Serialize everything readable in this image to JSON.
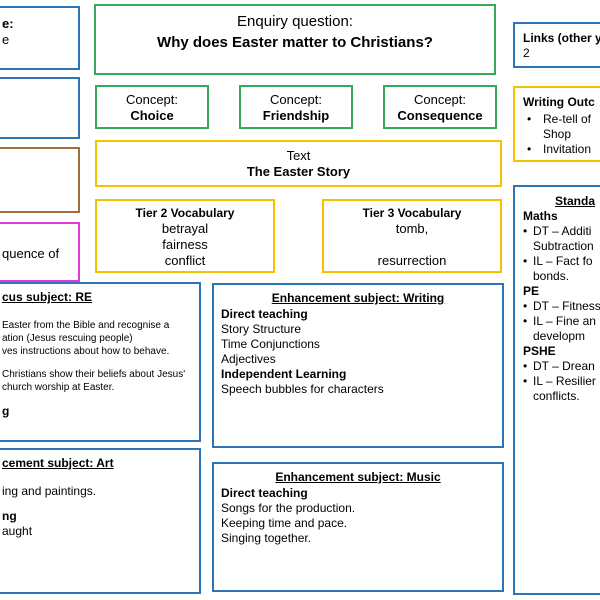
{
  "left_top": {
    "title_fragment": "e:",
    "value_fragment": "e"
  },
  "left_middle": {
    "text_fragment": "quence of"
  },
  "enquiry": {
    "label": "Enquiry question:",
    "question": "Why does Easter matter to Christians?"
  },
  "concepts": [
    {
      "label": "Concept:",
      "value": "Choice"
    },
    {
      "label": "Concept:",
      "value": "Friendship"
    },
    {
      "label": "Concept:",
      "value": "Consequence"
    }
  ],
  "text_box": {
    "label": "Text",
    "value": "The Easter Story"
  },
  "tier2": {
    "title": "Tier 2 Vocabulary",
    "words": [
      "betrayal",
      "fairness",
      "conflict"
    ]
  },
  "tier3": {
    "title": "Tier 3 Vocabulary",
    "words": [
      "tomb,",
      "",
      "resurrection"
    ]
  },
  "focus": {
    "title": "cus subject: RE",
    "lines": [
      "Easter from the Bible and recognise a",
      "ation (Jesus rescuing people)",
      "ves instructions about how to behave.",
      "",
      "Christians show their beliefs about Jesus'",
      "church worship at Easter.",
      "",
      "g"
    ]
  },
  "writing": {
    "title": "Enhancement subject: Writing",
    "direct_heading": "Direct teaching",
    "direct_items": [
      "Story Structure",
      "Time Conjunctions",
      "Adjectives"
    ],
    "independent_heading": "Independent Learning",
    "independent_items": [
      "Speech bubbles for characters"
    ]
  },
  "art": {
    "title": "cement subject: Art",
    "lines": [
      "ing and paintings.",
      "",
      "ng",
      "aught"
    ]
  },
  "music": {
    "title": "Enhancement subject: Music",
    "direct_heading": "Direct teaching",
    "items": [
      "Songs for the production.",
      "Keeping time and pace.",
      "Singing together."
    ]
  },
  "links": {
    "title": "Links (other y",
    "value": "2"
  },
  "writing_outcomes": {
    "title": "Writing Outc",
    "items": [
      {
        "line1": "Re-tell of",
        "line2": "Shop"
      },
      {
        "line1": "Invitation",
        "line2": ""
      }
    ]
  },
  "standards": {
    "title": "Standa",
    "maths": {
      "heading": "Maths",
      "lines": [
        "DT – Additi",
        "Subtraction",
        "IL – Fact fo",
        "bonds."
      ]
    },
    "pe": {
      "heading": "PE",
      "lines": [
        "DT – Fitness",
        "IL – Fine an",
        "developm"
      ]
    },
    "pshe": {
      "heading": "PSHE",
      "lines": [
        "DT – Drean",
        "IL – Resilier",
        "conflicts."
      ]
    }
  }
}
